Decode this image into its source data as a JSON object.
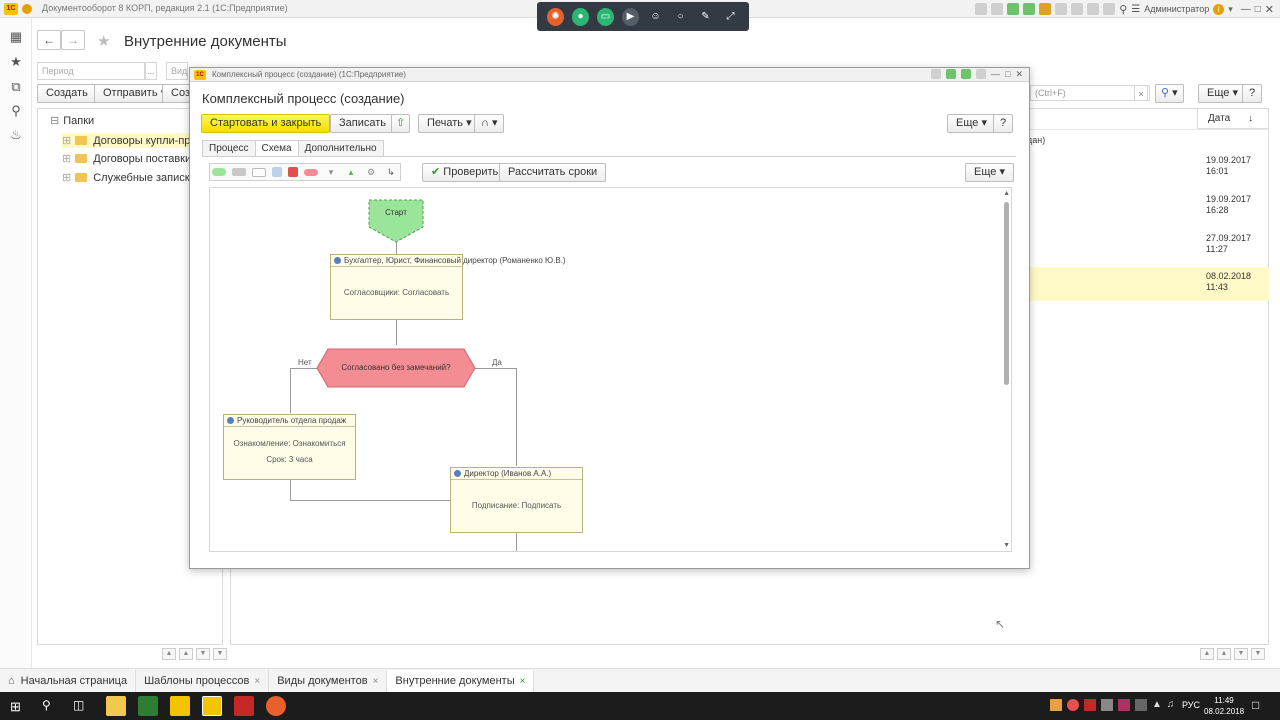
{
  "window": {
    "title": "Документооборот 8 КОРП, редакция 2.1  (1С:Предприятие)",
    "user": "Администратор"
  },
  "header": {
    "title": "Внутренние документы",
    "period_placeholder": "Период",
    "view_placeholder": "Вид"
  },
  "toolbar": {
    "create_label": "Создать",
    "send_label": "Отправить",
    "create2_label": "Соз",
    "more_label": "Еще",
    "search_hint": "(Ctrl+F)"
  },
  "folders": {
    "root": "Папки",
    "items": [
      {
        "label": "Договоры купли-продажи"
      },
      {
        "label": "Договоры поставки"
      },
      {
        "label": "Служебные записки"
      }
    ]
  },
  "list": {
    "date_header": "Дата",
    "col_fragment": "дан)",
    "rows": [
      {
        "date": "19.09.2017",
        "time": "16:01"
      },
      {
        "date": "19.09.2017",
        "time": "16:28"
      },
      {
        "date": "27.09.2017",
        "time": "11:27"
      },
      {
        "date": "08.02.2018",
        "time": "11:43"
      }
    ]
  },
  "dialog": {
    "window_title": "Комплексный процесс (создание)  (1С:Предприятие)",
    "title": "Комплексный процесс (создание)",
    "start_close_label": "Стартовать и закрыть",
    "save_label": "Записать",
    "print_label": "Печать",
    "more_label": "Еще",
    "help_label": "?",
    "tabs": [
      {
        "label": "Процесс"
      },
      {
        "label": "Схема"
      },
      {
        "label": "Дополнительно"
      }
    ],
    "check_label": "Проверить",
    "calc_label": "Рассчитать сроки",
    "more2_label": "Еще"
  },
  "diagram": {
    "start_label": "Старт",
    "node1_head": "Бухгалтер, Юрист, Финансовый директор (Романенко Ю.В.)",
    "node1_body": "Согласовщики: Согласовать",
    "decision_label": "Согласовано без замечаний?",
    "no_label": "Нет",
    "yes_label": "Да",
    "node2_head": "Руководитель отдела продаж",
    "node2_body1": "Ознакомление: Ознакомиться",
    "node2_body2": "Срок: 3 часа",
    "node3_head": "Директор (Иванов А.А.)",
    "node3_body": "Подписание: Подписать"
  },
  "bottom_tabs": [
    {
      "label": "Начальная страница",
      "closable": false
    },
    {
      "label": "Шаблоны процессов",
      "closable": true
    },
    {
      "label": "Виды документов",
      "closable": true
    },
    {
      "label": "Внутренние документы",
      "closable": true
    }
  ],
  "taskbar": {
    "lang": "РУС",
    "time": "11:49",
    "date": "08.02.2018"
  },
  "colors": {
    "yellow_button": "#f5dd00",
    "start_node": "#9be59b",
    "decision_node": "#f48c94",
    "task_node": "#fffde8",
    "selected_row": "#fff9c8"
  }
}
